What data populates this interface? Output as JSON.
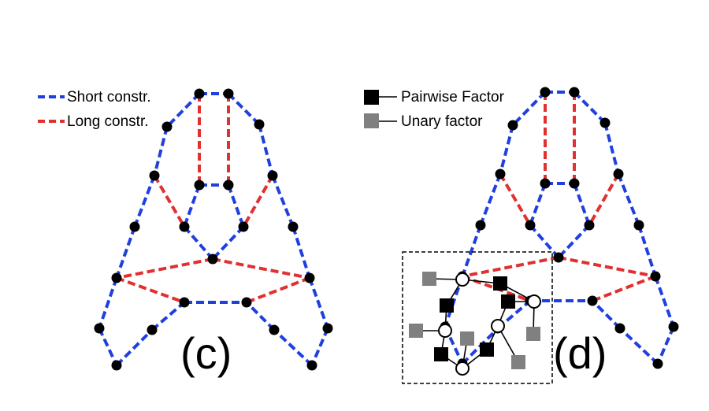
{
  "legend_left": {
    "short_label": "Short constr.",
    "long_label": "Long constr."
  },
  "legend_right": {
    "pairwise_label": "Pairwise Factor",
    "unary_label": "Unary factor"
  },
  "panels": {
    "left_label": "(c)",
    "right_label": "(d)"
  },
  "colors": {
    "short_constraint": "#1f3fe0",
    "long_constraint": "#e03030",
    "node": "#000000",
    "pairwise_factor": "#000000",
    "unary_factor": "#808080"
  }
}
